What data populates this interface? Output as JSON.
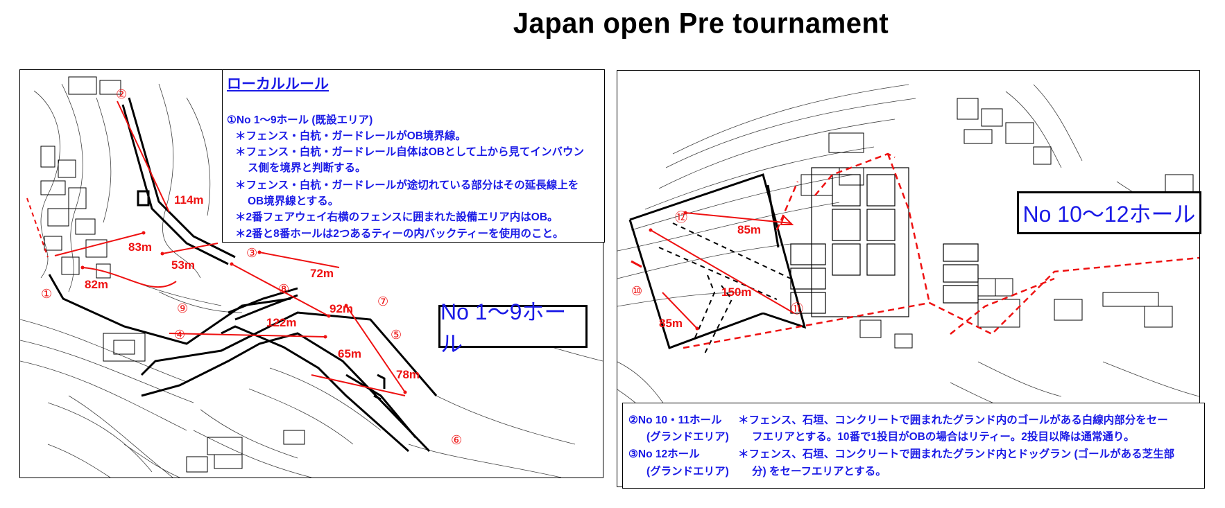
{
  "title": "Japan open Pre tournament",
  "colors": {
    "rule_text": "#1a1ae6",
    "distance_marker": "#e11111",
    "map_line": "#000000"
  },
  "left_map": {
    "hole_label": "No 1〜9ホール",
    "local_rules": {
      "title": "ローカルルール",
      "lines": [
        "①No 1〜9ホール (既設エリア)",
        "＊フェンス・白杭・ガードレールがOB境界線。",
        "＊フェンス・白杭・ガードレール自体はOBとして上から見てインバウン",
        "ス側を境界と判断する。",
        "＊フェンス・白杭・ガードレールが途切れている部分はその延長線上を",
        "OB境界線とする。",
        "＊2番フェアウェイ右横のフェンスに囲まれた設備エリア内はOB。",
        "＊2番と8番ホールは2つあるティーの内バックティーを使用のこと。"
      ]
    },
    "distances": [
      "114m",
      "83m",
      "53m",
      "82m",
      "72m",
      "92m",
      "122m",
      "65m",
      "78m"
    ],
    "hole_numbers": [
      "①",
      "②",
      "③",
      "④",
      "⑤",
      "⑥",
      "⑦",
      "⑧",
      "⑨"
    ]
  },
  "right_map": {
    "hole_label": "No 10〜12ホール",
    "distances": [
      "85m",
      "150m",
      "85m"
    ],
    "hole_numbers": [
      "⑫",
      "⑩",
      "⑪"
    ],
    "rules": [
      {
        "left": "②No 10・11ホール",
        "right": "＊フェンス、石垣、コンクリートで囲まれたグランド内のゴールがある白線内部分をセー"
      },
      {
        "left": "(グランドエリア)",
        "right": "フエリアとする。10番で1投目がOBの場合はリティー。2投目以降は通常通り。"
      },
      {
        "left": "③No 12ホール",
        "right": "＊フェンス、石垣、コンクリートで囲まれたグランド内とドッグラン (ゴールがある芝生部"
      },
      {
        "left": "(グランドエリア)",
        "right": "分) をセーフエリアとする。"
      }
    ]
  }
}
